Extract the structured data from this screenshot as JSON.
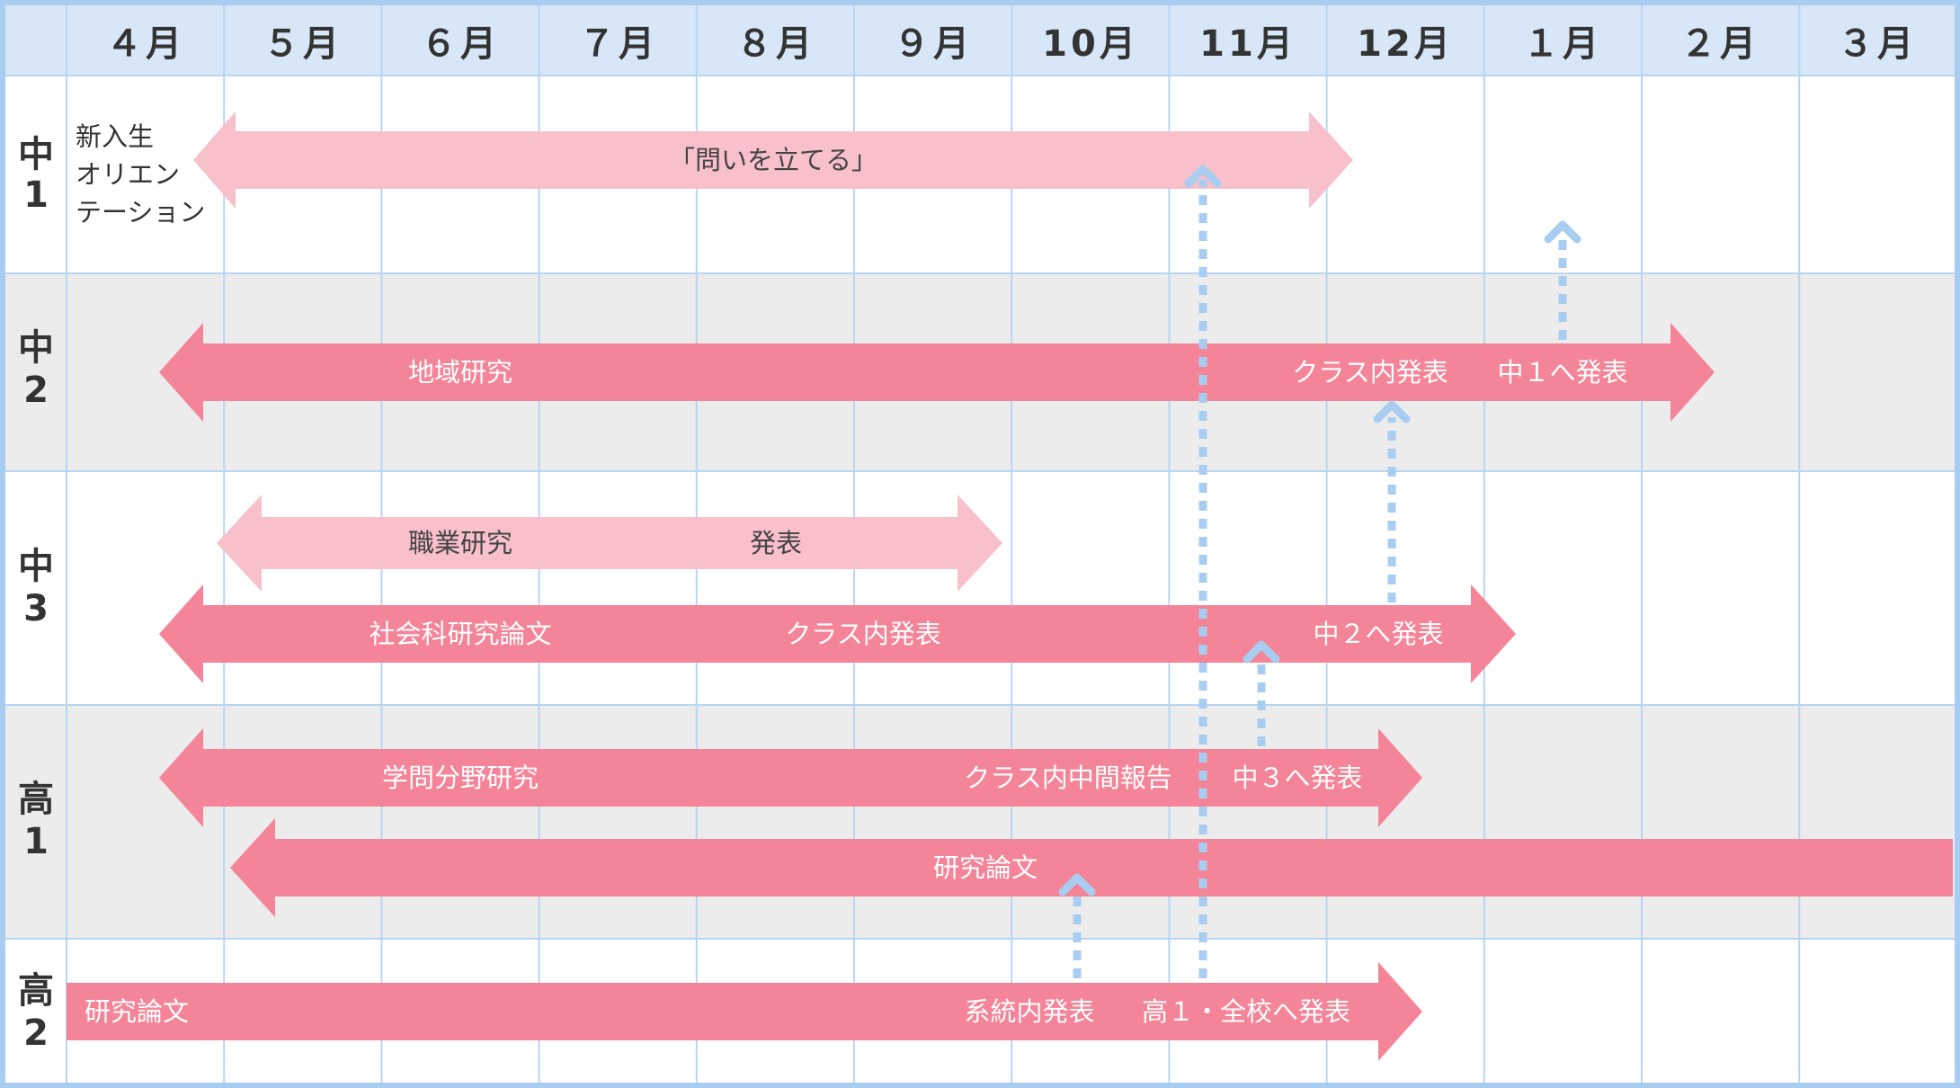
{
  "months": [
    "４月",
    "５月",
    "６月",
    "７月",
    "８月",
    "９月",
    "10月",
    "11月",
    "12月",
    "１月",
    "２月",
    "３月"
  ],
  "grades": [
    {
      "line1": "中",
      "line2": "1"
    },
    {
      "line1": "中",
      "line2": "2"
    },
    {
      "line1": "中",
      "line2": "3"
    },
    {
      "line1": "高",
      "line2": "1"
    },
    {
      "line1": "高",
      "line2": "2"
    }
  ],
  "orientation": [
    "新入生",
    "オリエン",
    "テーション"
  ],
  "arrows": {
    "j1_question": {
      "label": "「問いを立てる」"
    },
    "j2_regional": {
      "labels": [
        "地域研究",
        "クラス内発表",
        "中１へ発表"
      ]
    },
    "j3_career": {
      "labels": [
        "職業研究",
        "発表"
      ]
    },
    "j3_social": {
      "labels": [
        "社会科研究論文",
        "クラス内発表",
        "中２へ発表"
      ]
    },
    "h1_field": {
      "labels": [
        "学問分野研究",
        "クラス内中間報告",
        "中３へ発表"
      ]
    },
    "h1_thesis": {
      "label": "研究論文"
    },
    "h2_thesis": {
      "labels": [
        "研究論文",
        "系統内発表",
        "高１・全校へ発表"
      ]
    }
  },
  "colors": {
    "dark_arrow": "#f48497",
    "light_arrow": "#f8c0ca",
    "header_bg": "#d7e7f8",
    "grey_row": "#ececec",
    "frame": "#a9cdf0",
    "dotted": "#a9cdf0"
  }
}
